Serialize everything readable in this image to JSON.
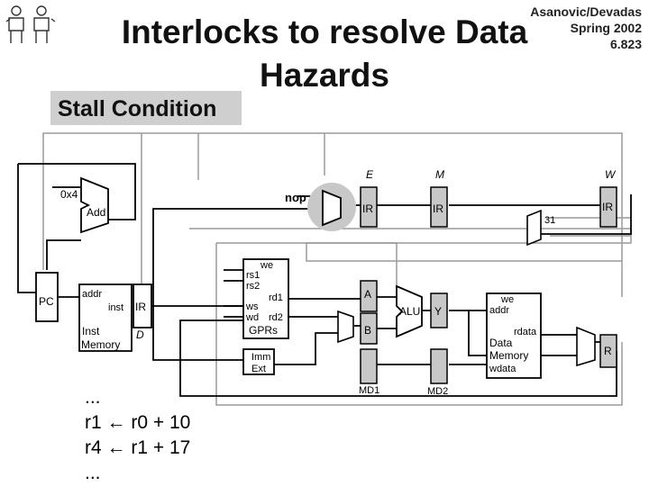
{
  "slide": {
    "title_line1": "Interlocks to resolve Data",
    "title_line2": "Hazards",
    "course_line1": "Asanovic/Devadas",
    "course_line2": "Spring 2002",
    "course_line3": "6.823",
    "section_label": "Stall Condition"
  },
  "diagram": {
    "stage_labels": {
      "e": "E",
      "m": "M",
      "w": "W",
      "d": "D"
    },
    "const_0x4": "0x4",
    "add": "Add",
    "nop": "nop",
    "pc": "PC",
    "inst_mem": {
      "addr": "addr",
      "inst": "inst",
      "name1": "Inst",
      "name2": "Memory"
    },
    "ir": "IR",
    "gprs": {
      "we": "we",
      "rs1": "rs1",
      "rs2": "rs2",
      "rd1": "rd1",
      "ws": "ws",
      "wd": "wd",
      "rd2": "rd2",
      "name": "GPRs"
    },
    "imm": {
      "line1": "Imm",
      "line2": "Ext"
    },
    "reg_a": "A",
    "reg_b": "B",
    "alu": "ALU",
    "reg_y": "Y",
    "md1": "MD1",
    "md2": "MD2",
    "data_mem": {
      "we": "we",
      "addr": "addr",
      "rdata": "rdata",
      "name1": "Data",
      "name2": "Memory",
      "wdata": "wdata"
    },
    "reg_r": "R",
    "const_31": "31"
  },
  "code": {
    "line1": "...",
    "line2": "r1 ← r0 + 10",
    "line3": "r4 ← r1 + 17",
    "line4": "..."
  }
}
